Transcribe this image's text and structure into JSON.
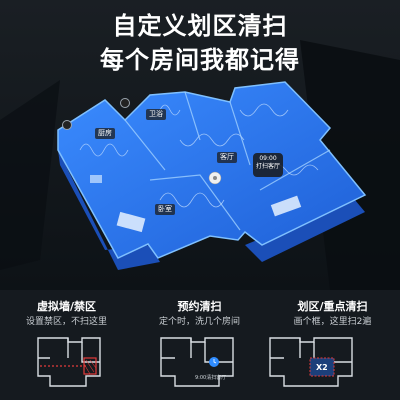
{
  "hero": {
    "title_line1": "自定义划区清扫",
    "title_line2": "每个房间我都记得"
  },
  "map": {
    "rooms": [
      {
        "label": "厨房"
      },
      {
        "label": "卫浴"
      },
      {
        "label": "客厅"
      },
      {
        "label": "卧室"
      }
    ],
    "timer": {
      "time": "09:00",
      "text": "打扫客厅"
    }
  },
  "features": [
    {
      "title": "虚拟墙/禁区",
      "subtitle": "设置禁区，不扫这里"
    },
    {
      "title": "预约清扫",
      "subtitle": "定个时，洗几个房间",
      "note": "9:00清扫客厅"
    },
    {
      "title": "划区/重点清扫",
      "subtitle": "画个框，这里扫2遍",
      "badge": "X2"
    }
  ],
  "colors": {
    "floor_blue": "#2e7cff",
    "floor_light": "#4da3ff",
    "alert_red": "#e23a3a",
    "clock_blue": "#2f8cff"
  }
}
